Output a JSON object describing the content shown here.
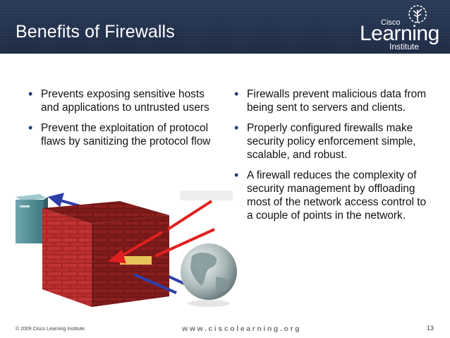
{
  "header": {
    "title": "Benefits of Firewalls"
  },
  "logo": {
    "line1": "Cisco",
    "line2": "Learning",
    "line3": "Institute"
  },
  "left_bullets": [
    "Prevents exposing sensitive hosts and applications to untrusted users",
    "Prevent the exploitation of protocol flaws by sanitizing the protocol flow"
  ],
  "right_bullets": [
    "Firewalls prevent malicious data from being sent to servers and clients.",
    "Properly configured firewalls make security policy enforcement simple, scalable, and robust.",
    "A firewall reduces the complexity of security management by offloading most of the network access control to a couple of points in the network."
  ],
  "footer": {
    "copyright": "© 2009 Cisco Learning Institute.",
    "url": "www.ciscolearning.org",
    "page": "13"
  },
  "colors": {
    "header_bg": "#1d2b45",
    "bullet": "#1f3a78",
    "brick": "#b22a2a",
    "arrow_red": "#e02020",
    "arrow_blue": "#2c3fa8"
  }
}
